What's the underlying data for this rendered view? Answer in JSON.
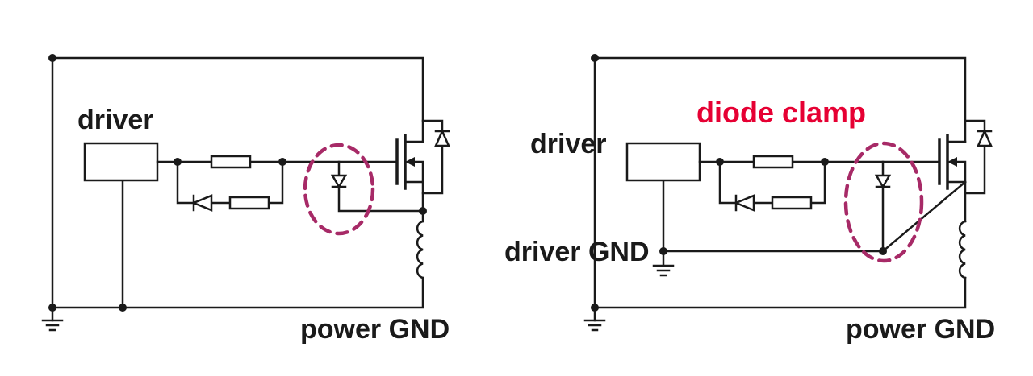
{
  "colors": {
    "wire": "#1a1a1a",
    "text": "#1a1a1a",
    "highlight_magenta": "#a72a67",
    "annotation_red": "#e60033",
    "background": "#ffffff"
  },
  "symbols": {
    "driver_box": "rectangle",
    "resistor": "rectangle",
    "diode": "triangle-with-bar",
    "mosfet": "n-channel-mosfet-with-body-diode",
    "inductor": "coil-4-loops",
    "ground": "three-bar-ground",
    "junction": "filled-dot",
    "highlight": "dashed-ellipse"
  },
  "left_circuit": {
    "driver_label": "driver",
    "power_gnd_label": "power GND"
  },
  "right_circuit": {
    "driver_label": "driver",
    "diode_clamp_label": "diode clamp",
    "driver_gnd_label": "driver GND",
    "power_gnd_label": "power GND"
  }
}
